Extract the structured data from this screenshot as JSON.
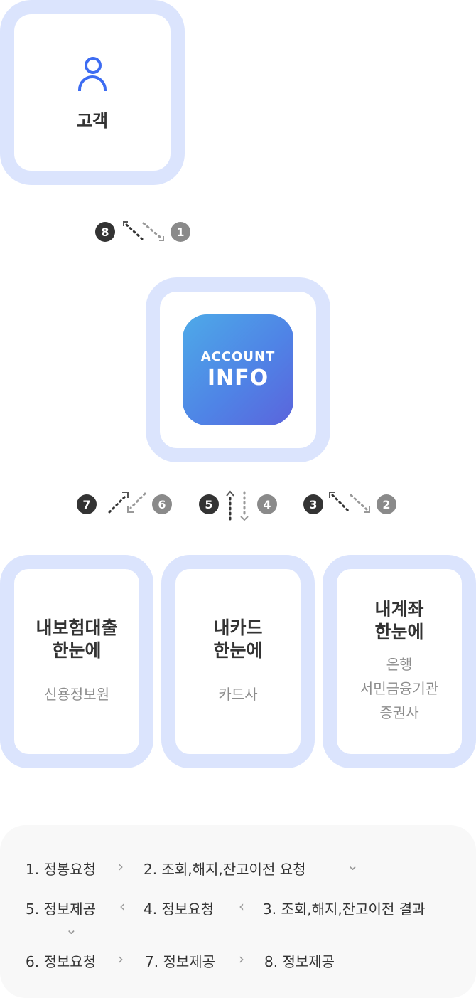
{
  "customer": {
    "label": "고객",
    "icon": "person-icon"
  },
  "app": {
    "line1": "ACCOUNT",
    "line2": "INFO"
  },
  "boxes": [
    {
      "title1": "내보험대출",
      "title2": "한눈에",
      "subs": [
        "신용정보원"
      ]
    },
    {
      "title1": "내카드",
      "title2": "한눈에",
      "subs": [
        "카드사"
      ]
    },
    {
      "title1": "내계좌",
      "title2": "한눈에",
      "subs": [
        "은행",
        "서민금융기관",
        "증권사"
      ]
    }
  ],
  "steps": {
    "s1": "1",
    "s2": "2",
    "s3": "3",
    "s4": "4",
    "s5": "5",
    "s6": "6",
    "s7": "7",
    "s8": "8"
  },
  "legend": {
    "items": [
      "1. 정봉요청",
      "2. 조회,해지,잔고이전 요청",
      "5. 정보제공",
      "4. 정보요청",
      "3. 조회,해지,잔고이전 결과",
      "6. 정보요청",
      "7. 정보제공",
      "8. 정보제공"
    ]
  },
  "colors": {
    "frame": "#dbe4fd",
    "accent": "#3d6cf2",
    "dark_badge": "#333333",
    "gray_badge": "#8a8a8a"
  }
}
